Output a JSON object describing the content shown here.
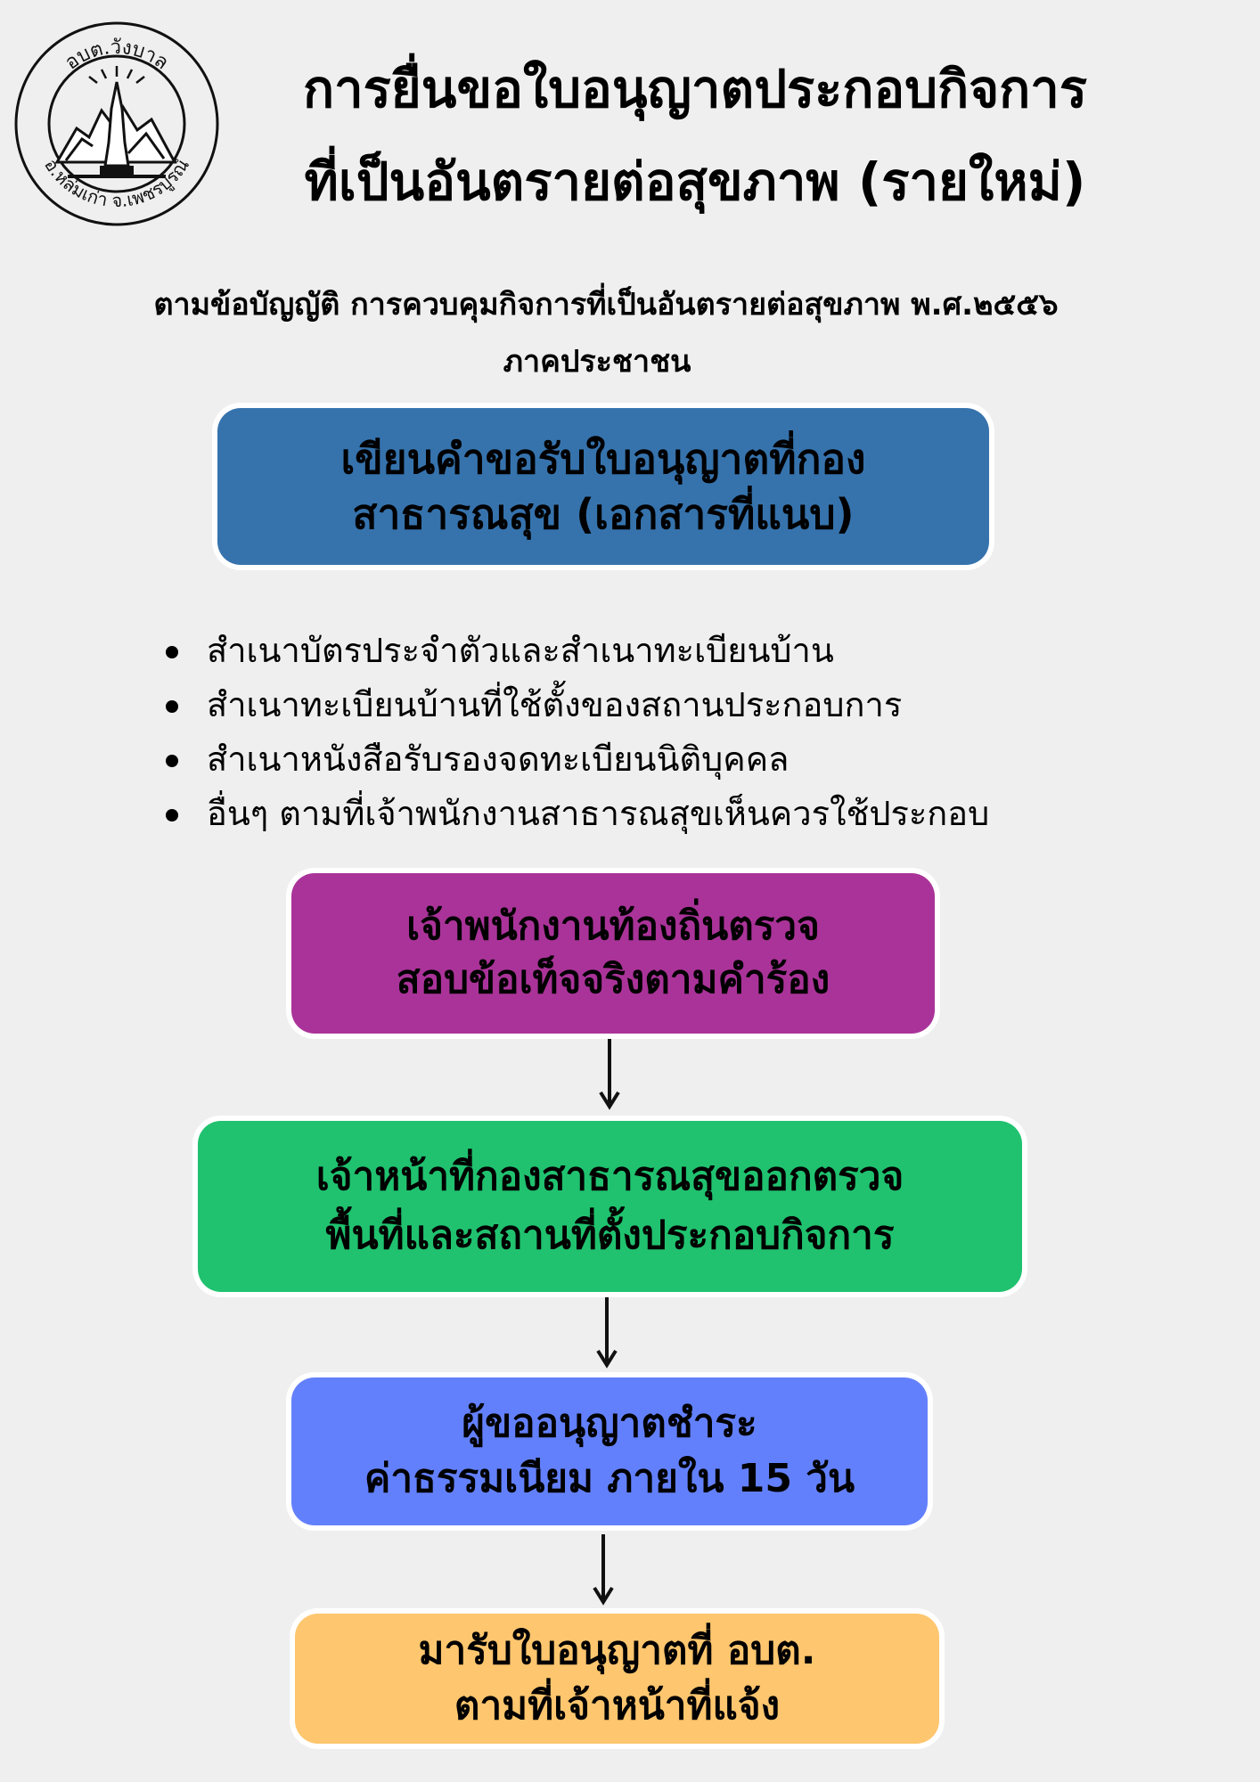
{
  "header": {
    "title_line1": "การยื่นขอใบอนุญาตประกอบกิจการ",
    "title_line2": "ที่เป็นอันตรายต่อสุขภาพ (รายใหม่)",
    "subtitle_line1": "ตามข้อบัญญัติ การควบคุมกิจการที่เป็นอันตรายต่อสุขภาพ พ.ศ.๒๕๕๖",
    "subtitle_line2": "ภาคประชาชน"
  },
  "logo": {
    "top_text": "อบต.วังบาล",
    "bottom_text": "อ.หล่มเก่า จ.เพชรบูรณ์"
  },
  "steps": [
    {
      "line1": "เขียนคำขอรับใบอนุญาตที่กอง",
      "line2": "สาธารณสุข (เอกสารที่แนบ)",
      "color": "#3673ad",
      "text_color": "#000000"
    },
    {
      "line1": "เจ้าพนักงานท้องถิ่นตรวจ",
      "line2": "สอบข้อเท็จจริงตามคำร้อง",
      "color": "#aa3399",
      "text_color": "#000000"
    },
    {
      "line1": "เจ้าหน้าที่กองสาธารณสุขออกตรวจ",
      "line2": "พื้นที่และสถานที่ตั้งประกอบกิจการ",
      "color": "#20c26f",
      "text_color": "#000000"
    },
    {
      "line1": "ผู้ขออนุญาตชำระ",
      "line2": "ค่าธรรมเนียม ภายใน 15 วัน",
      "color": "#6380fc",
      "text_color": "#000000"
    },
    {
      "line1": "มารับใบอนุญาตที่ อบต.",
      "line2": "ตามที่เจ้าหน้าที่แจ้ง",
      "color": "#fec66e",
      "text_color": "#000000"
    }
  ],
  "documents": [
    "สำเนาบัตรประจำตัวและสำเนาทะเบียนบ้าน",
    "สำเนาทะเบียนบ้านที่ใช้ตั้งของสถานประกอบการ",
    "สำเนาหนังสือรับรองจดทะเบียนนิติบุคคล",
    "อื่นๆ ตามที่เจ้าพนักงานสาธารณสุขเห็นควรใช้ประกอบ"
  ],
  "icons": {
    "arrow": "arrow-down-icon",
    "bullet": "bullet-dot-icon",
    "logo": "seal-logo-icon"
  }
}
